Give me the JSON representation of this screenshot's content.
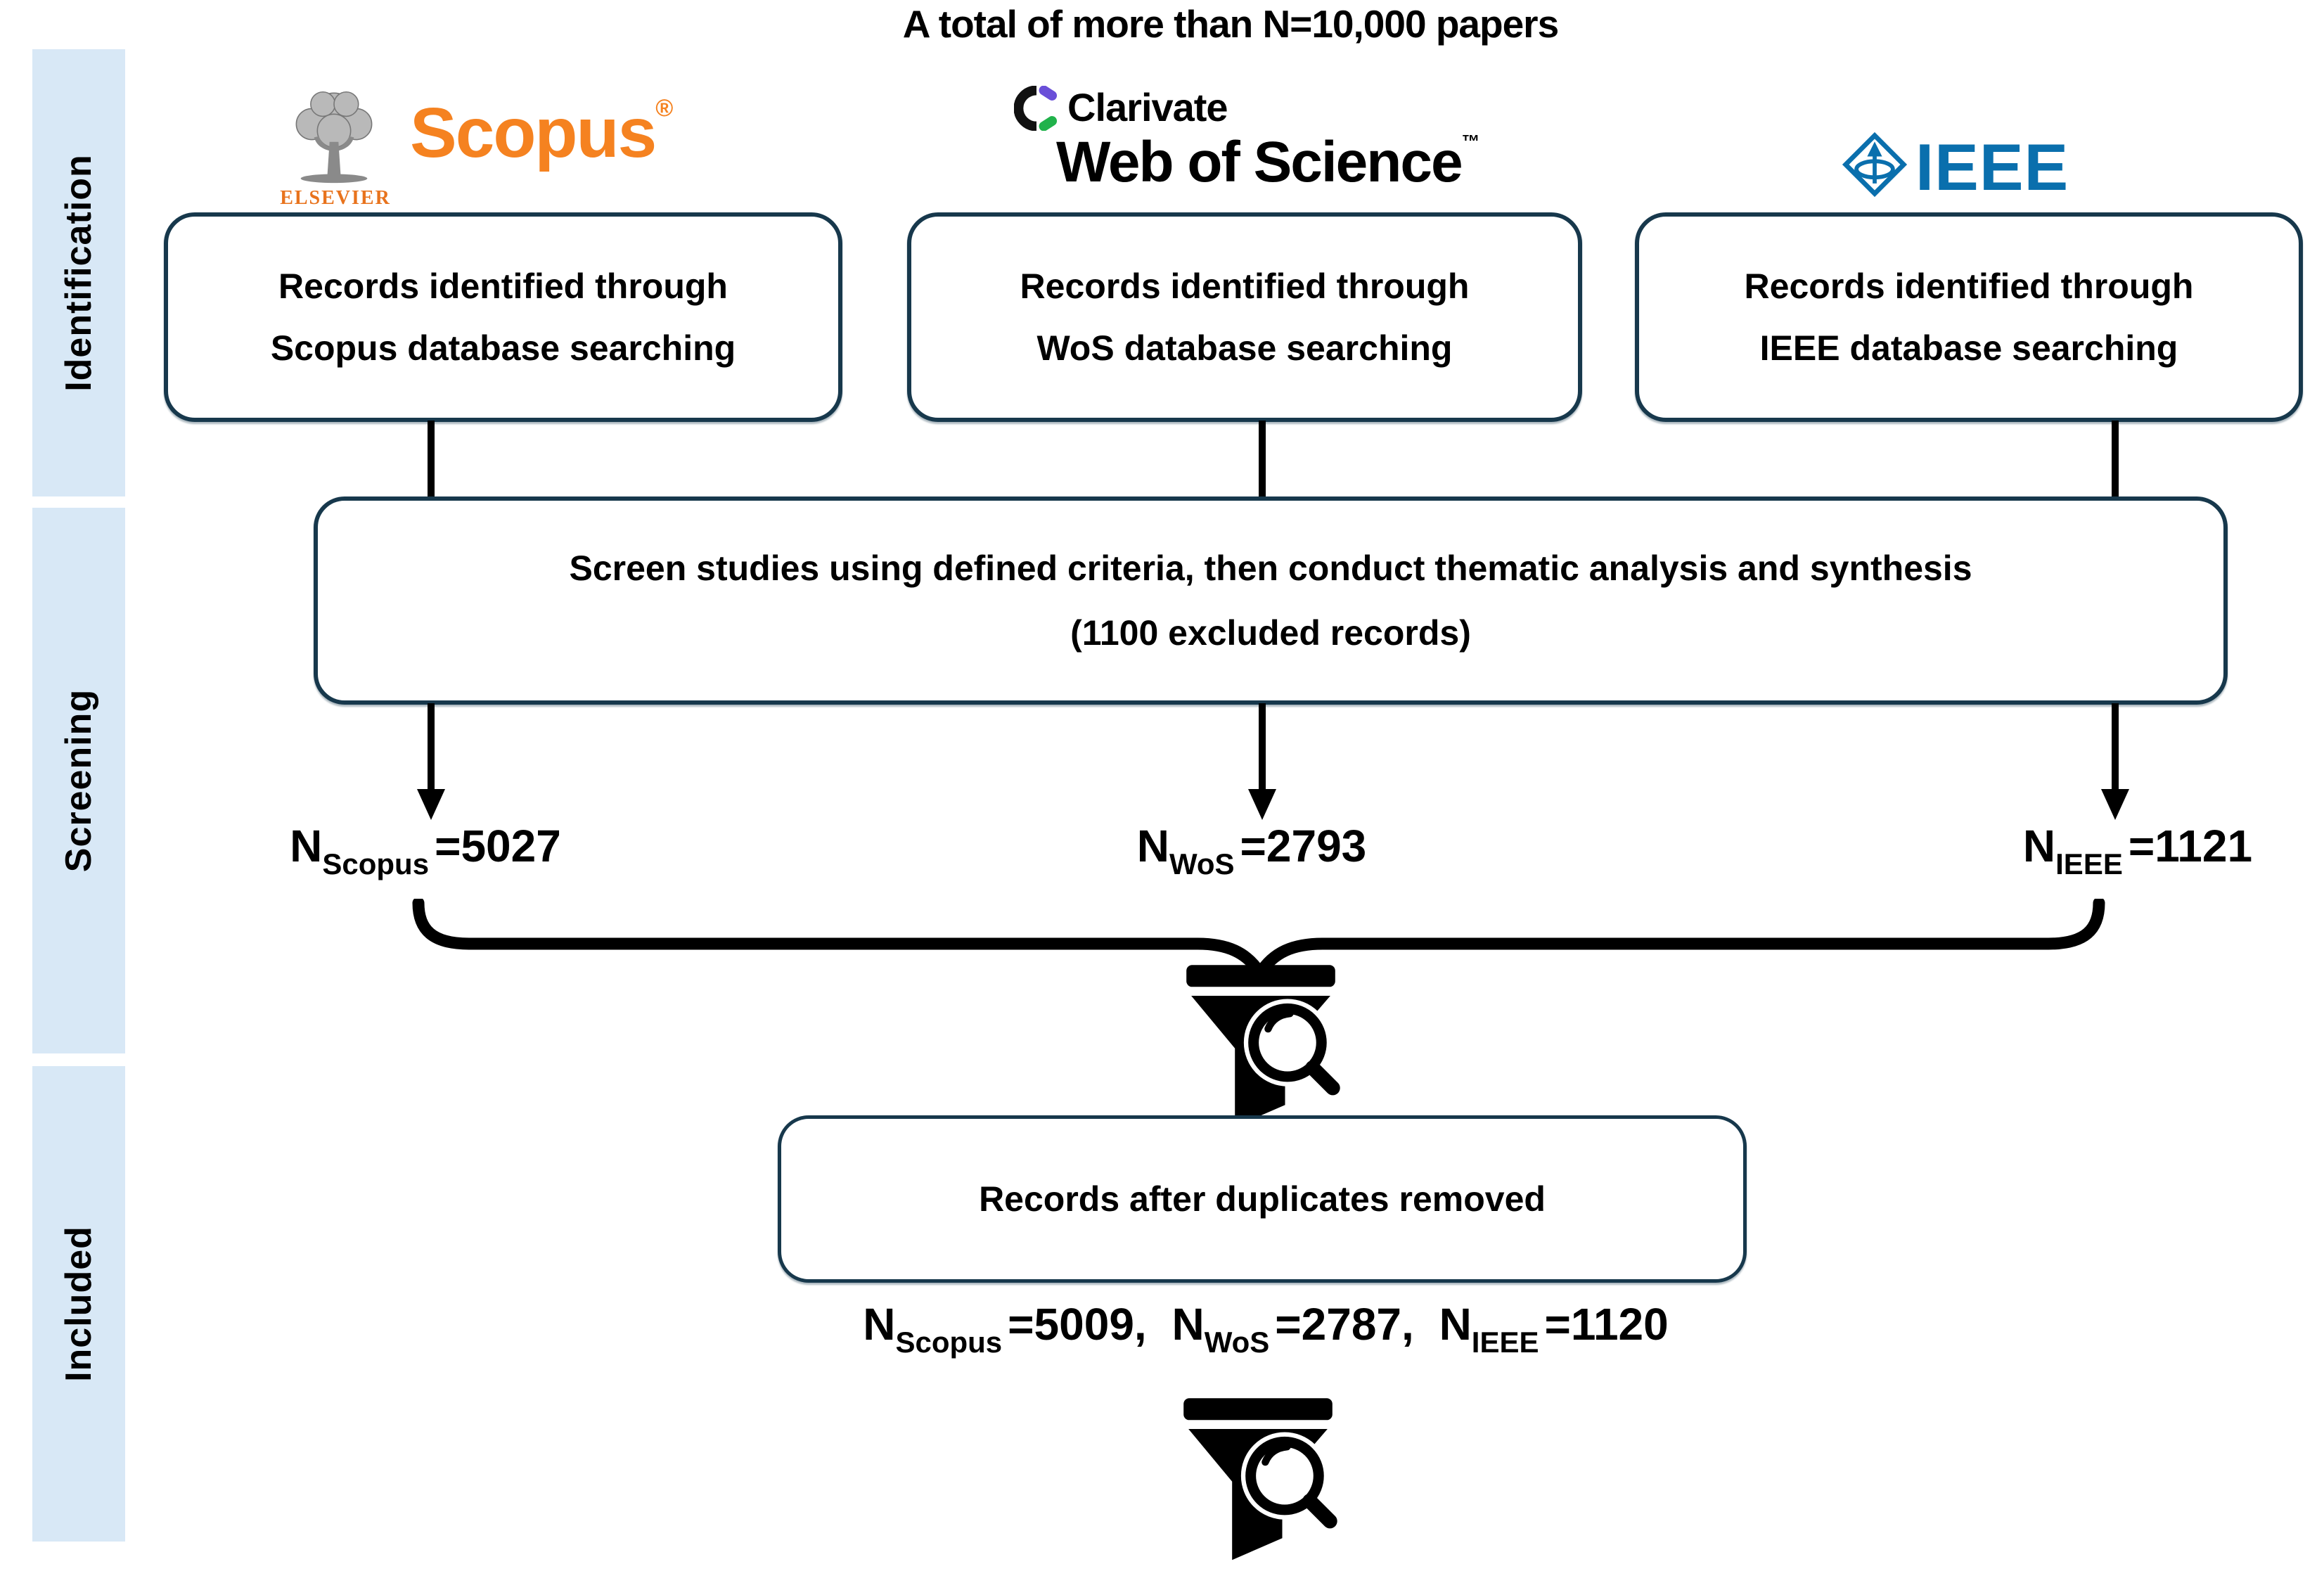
{
  "title": "A total of more than N=10,000 papers",
  "colors": {
    "box_border": "#17384c",
    "stage_band_blue": "#d8e8f6",
    "scopus_orange": "#f58220",
    "elsevier_orange": "#e8731d",
    "ieee_blue": "#0a6fad",
    "clarivate_purple": "#6a4fd8",
    "clarivate_green": "#21b24b",
    "text_black": "#000000"
  },
  "icons": {
    "elsevier_tree": "elsevier-tree-logo-icon",
    "clarivate_mark": "clarivate-logo-icon",
    "ieee_diamond": "ieee-diamond-logo-icon",
    "funnel_search": "funnel-search-icon",
    "down_arrow": "down-arrow-icon",
    "converging_brace": "converging-brace-icon"
  },
  "sidebar": {
    "items": [
      {
        "label": "Identification"
      },
      {
        "label": "Screening"
      },
      {
        "label": "Included"
      }
    ]
  },
  "logos": {
    "scopus": {
      "publisher": "ELSEVIER",
      "name": "Scopus",
      "reg": "®"
    },
    "wos": {
      "company": "Clarivate",
      "name": "Web of Science",
      "tm": "™"
    },
    "ieee": {
      "name": "IEEE"
    }
  },
  "source_boxes": [
    {
      "line1": "Records identified through",
      "line2": "Scopus database searching"
    },
    {
      "line1": "Records identified through",
      "line2": "WoS database searching"
    },
    {
      "line1": "Records identified through",
      "line2": "IEEE database searching"
    }
  ],
  "screening_box": {
    "line1": "Screen studies using defined criteria, then conduct thematic analysis and synthesis",
    "line2": "(1100 excluded records)"
  },
  "screened_counts": [
    {
      "symbol": "N",
      "subscript": "Scopus",
      "value": "=5027"
    },
    {
      "symbol": "N",
      "subscript": "WoS",
      "value": "=2793"
    },
    {
      "symbol": "N",
      "subscript": "IEEE",
      "value": "=1121"
    }
  ],
  "dedup_box": {
    "label": "Records after duplicates removed"
  },
  "dedup_counts": [
    {
      "symbol": "N",
      "subscript": "Scopus",
      "value": "=5009,"
    },
    {
      "symbol": "N",
      "subscript": "WoS",
      "value": "=2787,"
    },
    {
      "symbol": "N",
      "subscript": "IEEE",
      "value": "=1120"
    }
  ]
}
